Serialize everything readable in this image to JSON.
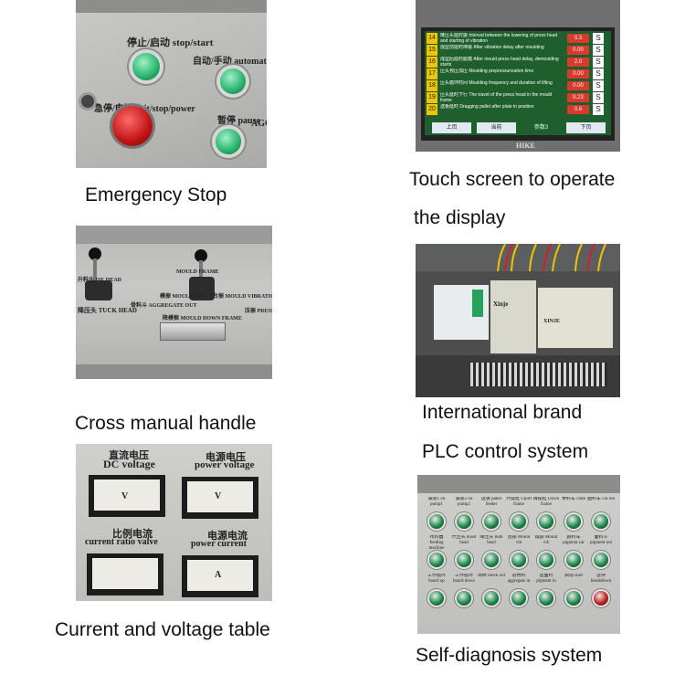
{
  "captions": {
    "emergency_stop": "Emergency Stop",
    "touch_screen_line1": "Touch screen to operate",
    "touch_screen_line2": "the display",
    "cross_handle": "Cross manual handle",
    "plc_line1": "International brand",
    "plc_line2": "PLC control system",
    "meters": "Current and voltage table",
    "self_diagnosis": "Self-diagnosis system"
  },
  "emergency_panel": {
    "stop_start": "停止/启动 stop/start",
    "auto_manual": "自动/手动 automati/manual",
    "power": "急停/电源 exit/stop/power",
    "pause": "暂停 pause",
    "edge_text": "AGC"
  },
  "touch_screen": {
    "rows": [
      {
        "num": "14",
        "text": "降压头延时振 Interval between the lowering of press head and starting of vibration",
        "value": "0.3",
        "unit": "S"
      },
      {
        "num": "15",
        "text": "成型前延时停振 After vibration delay after moulding",
        "value": "0.00",
        "unit": "S"
      },
      {
        "num": "16",
        "text": "成型后延时脱模 After mould press head delay, demoulding starts",
        "value": "2.0",
        "unit": "S"
      },
      {
        "num": "17",
        "text": "压头预压加压 Moulding prepressurization time",
        "value": "0.00",
        "unit": "S"
      },
      {
        "num": "18",
        "text": "压头循环时间 Moulding frequency and duration of lifting",
        "value": "0.00",
        "unit": "S"
      },
      {
        "num": "19",
        "text": "压头延时下行 The travel of the press head in the mould frame",
        "value": "0.23",
        "unit": "S"
      },
      {
        "num": "20",
        "text": "送板延时 Dragging pallet after plate in position",
        "value": "0.6",
        "unit": "S"
      }
    ],
    "buttons": [
      "上页",
      "当前",
      "参数3",
      "下页"
    ],
    "brand": "HIKE"
  },
  "handle_panel": {
    "left_label": "升料头 ISE HEAD",
    "left_sub": "降压头 TUCK HEAD",
    "aggregate": "骨料斗 AGGREGATE OUT",
    "mould_vib": "模振 MOULD VIB",
    "frame_top": "MOULD FRAME",
    "table_vib": "台振 MOULD VIBRATION",
    "press_vib": "压振 PRESS VIBRATION",
    "bottom_label": "降模框 MOULD DOWN FRAME"
  },
  "plc": {
    "brand_small": "Xinje",
    "module_label": "XINJE"
  },
  "meters_panel": {
    "dc_voltage_cn": "直流电压",
    "dc_voltage_en": "DC voltage",
    "power_voltage_cn": "电源电压",
    "power_voltage_en": "power voltage",
    "ratio_cn": "比例电流",
    "ratio_en": "current ratio valve",
    "power_current_cn": "电源电流",
    "power_current_en": "power current",
    "unit_v": "V",
    "unit_a": "A"
  },
  "diag_panel": {
    "row1": [
      "油泵1 oil pump1",
      "油泵2 oil pump2",
      "送板 pallet feeder",
      "升模框 Uplift frame",
      "降模框 Down frame",
      "骨料车 carte",
      "面料车 car out"
    ],
    "row2": [
      "布料器 feeding machine",
      "升压头 boost head",
      "降压头 bulk head",
      "台振 Mould vib",
      "模振 Mould vib",
      "颜料车 pigment car",
      "面料斗 pigment out"
    ],
    "row3": [
      "工作循环 board up",
      "工作循环 board down",
      "出砖 block out",
      "进骨料 aggregate in",
      "送面料 pigment in",
      "启动 start",
      "急停 breakdown"
    ],
    "colors": {
      "green": "#1f8a4c",
      "red": "#c81e1e"
    }
  }
}
